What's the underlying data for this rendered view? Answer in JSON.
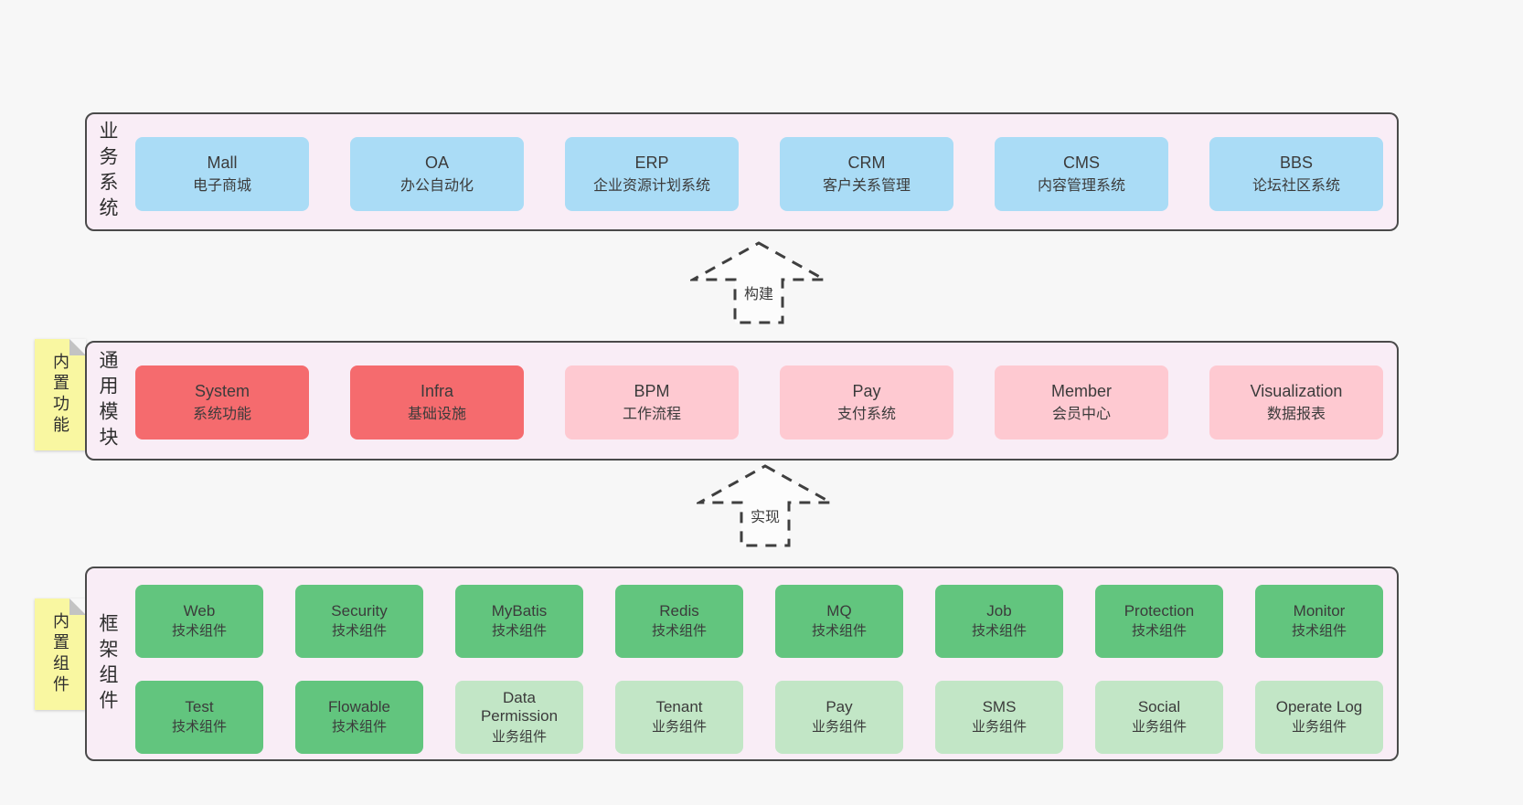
{
  "layers": {
    "business": {
      "label": "业务系统",
      "boxes": [
        {
          "title": "Mall",
          "subtitle": "电子商城"
        },
        {
          "title": "OA",
          "subtitle": "办公自动化"
        },
        {
          "title": "ERP",
          "subtitle": "企业资源计划系统"
        },
        {
          "title": "CRM",
          "subtitle": "客户关系管理"
        },
        {
          "title": "CMS",
          "subtitle": "内容管理系统"
        },
        {
          "title": "BBS",
          "subtitle": "论坛社区系统"
        }
      ]
    },
    "modules": {
      "label": "通用模块",
      "sticky": "内置功能",
      "boxes": [
        {
          "title": "System",
          "subtitle": "系统功能"
        },
        {
          "title": "Infra",
          "subtitle": "基础设施"
        },
        {
          "title": "BPM",
          "subtitle": "工作流程"
        },
        {
          "title": "Pay",
          "subtitle": "支付系统"
        },
        {
          "title": "Member",
          "subtitle": "会员中心"
        },
        {
          "title": "Visualization",
          "subtitle": "数据报表"
        }
      ]
    },
    "framework": {
      "label": "框架组件",
      "sticky": "内置组件",
      "row1": [
        {
          "title": "Web",
          "subtitle": "技术组件"
        },
        {
          "title": "Security",
          "subtitle": "技术组件"
        },
        {
          "title": "MyBatis",
          "subtitle": "技术组件"
        },
        {
          "title": "Redis",
          "subtitle": "技术组件"
        },
        {
          "title": "MQ",
          "subtitle": "技术组件"
        },
        {
          "title": "Job",
          "subtitle": "技术组件"
        },
        {
          "title": "Protection",
          "subtitle": "技术组件"
        },
        {
          "title": "Monitor",
          "subtitle": "技术组件"
        }
      ],
      "row2": [
        {
          "title": "Test",
          "subtitle": "技术组件"
        },
        {
          "title": "Flowable",
          "subtitle": "技术组件"
        },
        {
          "title": "Data Permission",
          "subtitle": "业务组件"
        },
        {
          "title": "Tenant",
          "subtitle": "业务组件"
        },
        {
          "title": "Pay",
          "subtitle": "业务组件"
        },
        {
          "title": "SMS",
          "subtitle": "业务组件"
        },
        {
          "title": "Social",
          "subtitle": "业务组件"
        },
        {
          "title": "Operate Log",
          "subtitle": "业务组件"
        }
      ]
    }
  },
  "arrows": {
    "build": "构建",
    "implement": "实现"
  },
  "colors": {
    "page_bg": "#f7f7f7",
    "container_bg": "#f9edf6",
    "container_border": "#4a4a4a",
    "blue_box": "#aadcf6",
    "red_box": "#f56b6e",
    "pink_box": "#fec9d1",
    "green_box": "#62c57e",
    "light_green_box": "#c2e6c6",
    "sticky_bg": "#f9f7a1",
    "text": "#3b3b3b"
  }
}
